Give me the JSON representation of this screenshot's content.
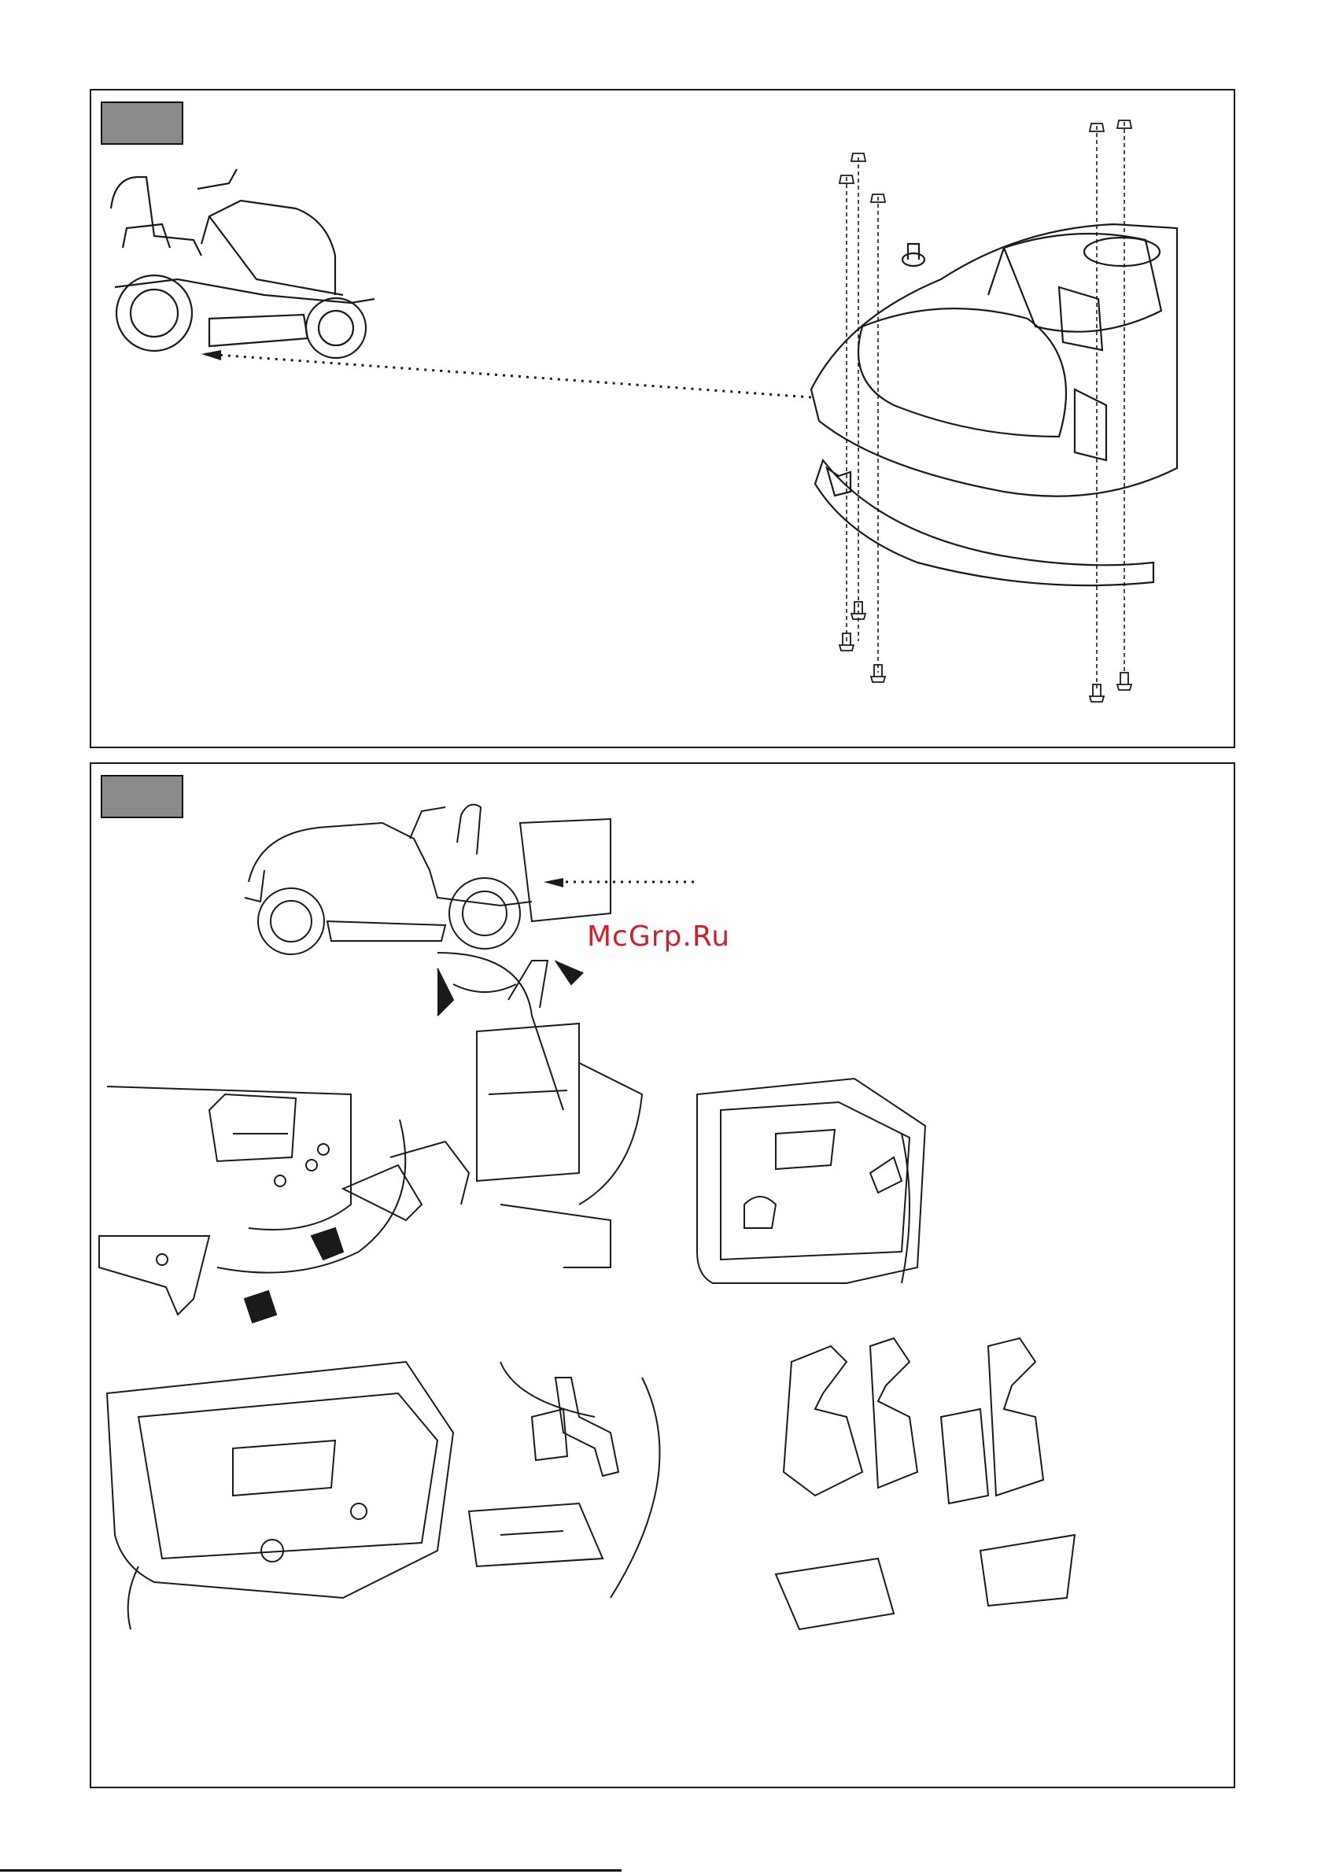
{
  "watermark": "McGrp.Ru",
  "colors": {
    "step_box": "#8a8a8a",
    "line": "#1a1a1a",
    "watermark": "#d0202a"
  },
  "panels": [
    {
      "id": "top",
      "step_label": ""
    },
    {
      "id": "bottom",
      "step_label": ""
    }
  ]
}
